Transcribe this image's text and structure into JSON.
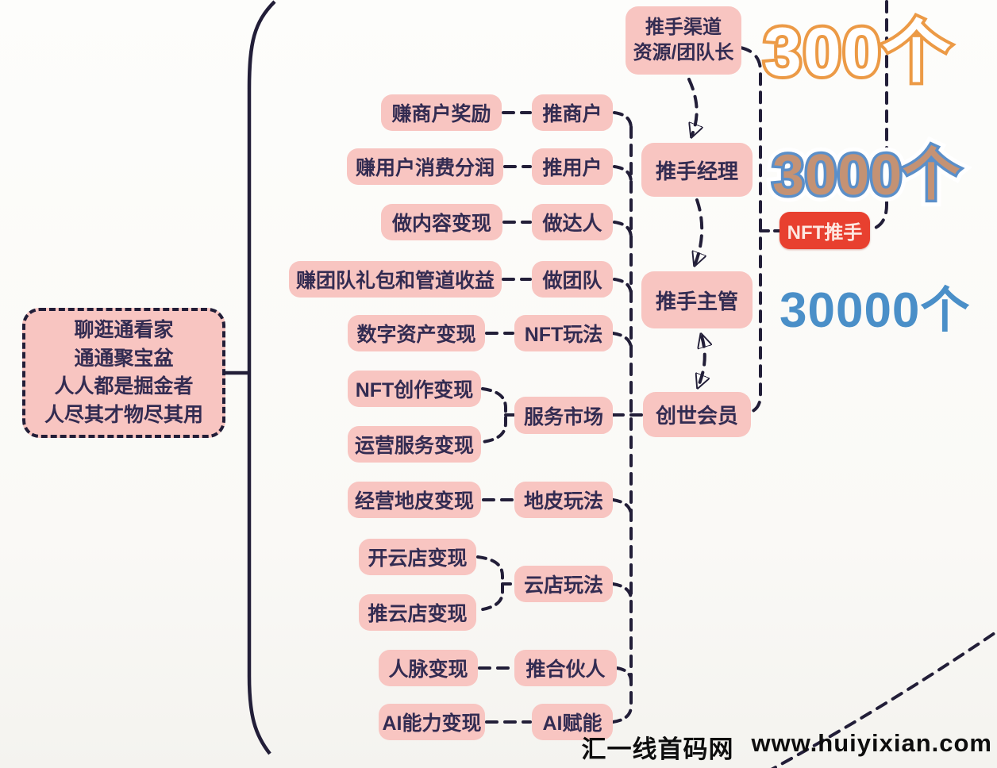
{
  "root_node": {
    "line1": "聊逛通看家",
    "line2": "通通聚宝盆",
    "line3": "人人都是掘金者",
    "line4": "人尽其才物尽其用"
  },
  "income_nodes": [
    {
      "label": "赚商户奖励"
    },
    {
      "label": "赚用户消费分润"
    },
    {
      "label": "做内容变现"
    },
    {
      "label": "赚团队礼包和管道收益"
    },
    {
      "label": "数字资产变现"
    },
    {
      "label": "NFT创作变现"
    },
    {
      "label": "运营服务变现"
    },
    {
      "label": "经营地皮变现"
    },
    {
      "label": "开云店变现"
    },
    {
      "label": "推云店变现"
    },
    {
      "label": "人脉变现"
    },
    {
      "label": "AI能力变现"
    }
  ],
  "action_nodes": [
    {
      "label": "推商户"
    },
    {
      "label": "推用户"
    },
    {
      "label": "做达人"
    },
    {
      "label": "做团队"
    },
    {
      "label": "NFT玩法"
    },
    {
      "label": "服务市场"
    },
    {
      "label": "地皮玩法"
    },
    {
      "label": "云店玩法"
    },
    {
      "label": "推合伙人"
    },
    {
      "label": "AI赋能"
    }
  ],
  "chain": {
    "channel_line1": "推手渠道",
    "channel_line2": "资源/团队长",
    "manager": "推手经理",
    "supervisor": "推手主管",
    "genesis": "创世会员",
    "nft_pusher": "NFT推手"
  },
  "counts": {
    "channel": "300个",
    "manager": "3000个",
    "supervisor": "30000个"
  },
  "watermark": {
    "site_name": "汇一线首码网",
    "site_url": "www.huiyixian.com"
  },
  "colors": {
    "node_pink": "#f8c5c1",
    "node_text": "#332c52",
    "line_dark": "#221e38",
    "red_badge": "#e8402f",
    "count_orange_outline": "#ec9a46",
    "count_blue_outline": "#5b8fc9",
    "count_blue_solid": "#4a8fc8",
    "count_tan_fill": "#c49274"
  }
}
